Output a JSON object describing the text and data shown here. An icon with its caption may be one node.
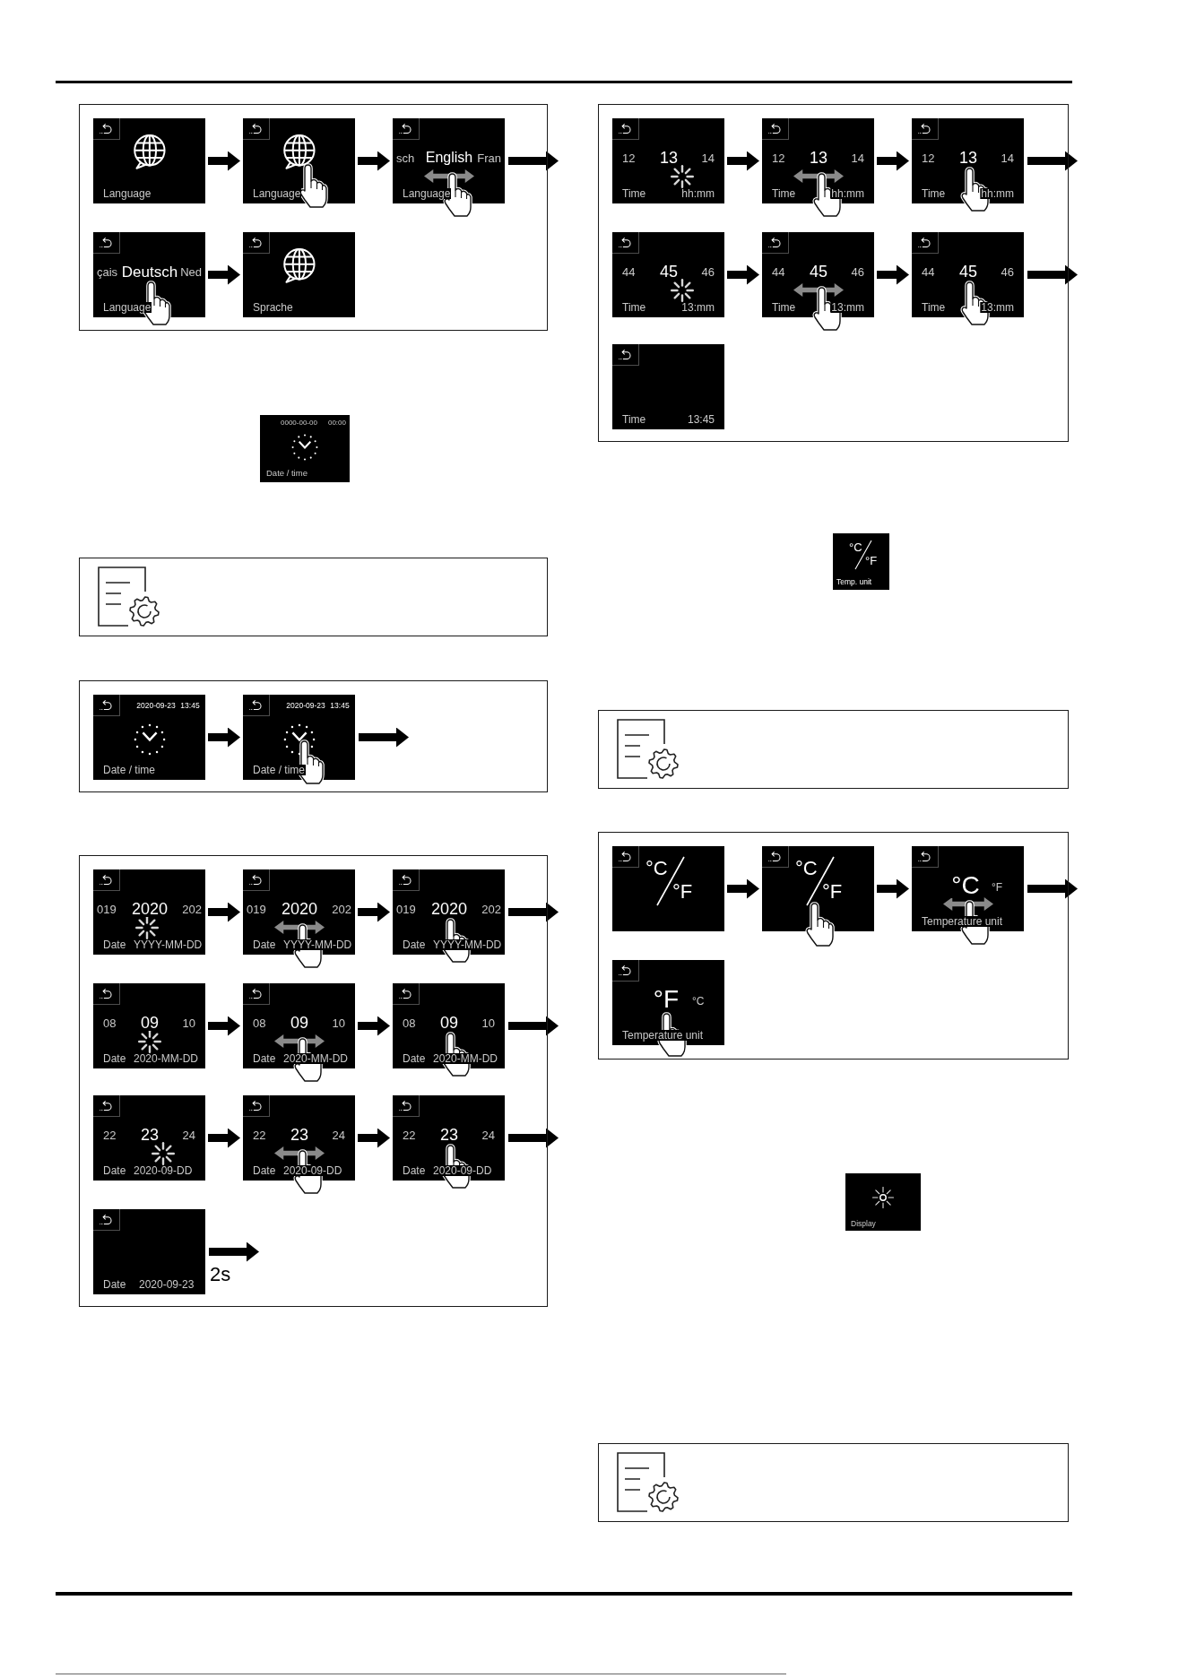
{
  "diagram": {
    "nodes": [
      {
        "text": [],
        "shape": "box"
      },
      {
        "text": [
          "Language"
        ],
        "in": 0
      },
      {
        "text": [
          "Language"
        ],
        "in": 0
      },
      {
        "text": [
          "sch",
          "English",
          "Fran",
          "Language"
        ],
        "in": 0
      },
      {
        "text": [
          "çais",
          "Deutsch",
          "Ned",
          "Language"
        ],
        "in": 0
      },
      {
        "text": [
          "Sprache"
        ],
        "in": 0
      },
      {
        "text": [
          "0000-00-00",
          "00:00",
          "Date / time"
        ]
      },
      {
        "text": [],
        "shape": "box"
      },
      {
        "text": [],
        "shape": "box"
      },
      {
        "text": [
          "2020-09-23",
          "13:45",
          "Date / time"
        ],
        "in": 8
      },
      {
        "text": [
          "2020-09-23",
          "13:45",
          "Date / time"
        ],
        "in": 8
      },
      {
        "text": [],
        "shape": "box"
      },
      {
        "text": [
          "019",
          "2020",
          "202",
          "Date",
          "YYYY-MM-DD"
        ],
        "in": 11
      },
      {
        "text": [
          "019",
          "2020",
          "202",
          "Date",
          "YYYY-MM-DD"
        ],
        "in": 11
      },
      {
        "text": [
          "019",
          "2020",
          "202",
          "Date",
          "YYYY-MM-DD"
        ],
        "in": 11
      },
      {
        "text": [
          "08",
          "09",
          "10",
          "Date",
          "2020-MM-DD"
        ],
        "in": 11
      },
      {
        "text": [
          "08",
          "09",
          "10",
          "Date",
          "2020-MM-DD"
        ],
        "in": 11
      },
      {
        "text": [
          "08",
          "09",
          "10",
          "Date",
          "2020-MM-DD"
        ],
        "in": 11
      },
      {
        "text": [
          "22",
          "23",
          "24",
          "Date",
          "2020-09-DD"
        ],
        "in": 11
      },
      {
        "text": [
          "22",
          "23",
          "24",
          "Date",
          "2020-09-DD"
        ],
        "in": 11
      },
      {
        "text": [
          "22",
          "23",
          "24",
          "Date",
          "2020-09-DD"
        ],
        "in": 11
      },
      {
        "text": [
          "Date",
          "2020-09-23"
        ],
        "in": 11
      },
      {
        "text": [],
        "shape": "box"
      },
      {
        "text": [
          "12",
          "13",
          "14",
          "Time",
          "hh:mm"
        ],
        "in": 22
      },
      {
        "text": [
          "12",
          "13",
          "14",
          "Time",
          "hh:mm"
        ],
        "in": 22
      },
      {
        "text": [
          "12",
          "13",
          "14",
          "Time",
          "hh:mm"
        ],
        "in": 22
      },
      {
        "text": [
          "44",
          "45",
          "46",
          "Time",
          "13:mm"
        ],
        "in": 22
      },
      {
        "text": [
          "44",
          "45",
          "46",
          "Time",
          "13:mm"
        ],
        "in": 22
      },
      {
        "text": [
          "44",
          "45",
          "46",
          "Time",
          "13:mm"
        ],
        "in": 22
      },
      {
        "text": [
          "Time",
          "13:45"
        ],
        "in": 22
      },
      {
        "text": [
          "°C",
          "°F",
          "Temp. unit"
        ]
      },
      {
        "text": [],
        "shape": "box"
      },
      {
        "text": [],
        "shape": "box"
      },
      {
        "text": [
          "°C",
          "°F"
        ],
        "in": 32
      },
      {
        "text": [
          "°C",
          "°F"
        ],
        "in": 32
      },
      {
        "text": [
          "°C",
          "°F",
          "Temperature unit"
        ],
        "in": 32
      },
      {
        "text": [
          "°F",
          "°C",
          "Temperature unit"
        ],
        "in": 32
      },
      {
        "text": [
          "Display"
        ]
      },
      {
        "text": [],
        "shape": "box"
      }
    ],
    "edges": [
      {
        "from": 1,
        "to": 2,
        "arrow": "to"
      },
      {
        "from": 2,
        "to": 3,
        "arrow": "to"
      },
      {
        "from": 3,
        "to": null,
        "arrow": "to"
      },
      {
        "from": 4,
        "to": 5,
        "arrow": "to"
      },
      {
        "from": 9,
        "to": 10,
        "arrow": "to"
      },
      {
        "from": 10,
        "to": null,
        "arrow": "to"
      },
      {
        "from": 12,
        "to": 13,
        "arrow": "to"
      },
      {
        "from": 13,
        "to": 14,
        "arrow": "to"
      },
      {
        "from": 14,
        "to": null,
        "arrow": "to"
      },
      {
        "from": 15,
        "to": 16,
        "arrow": "to"
      },
      {
        "from": 16,
        "to": 17,
        "arrow": "to"
      },
      {
        "from": 17,
        "to": null,
        "arrow": "to"
      },
      {
        "from": 18,
        "to": 19,
        "arrow": "to"
      },
      {
        "from": 19,
        "to": 20,
        "arrow": "to"
      },
      {
        "from": 20,
        "to": null,
        "arrow": "to"
      },
      {
        "from": 21,
        "to": null,
        "arrow": "to",
        "label": "2s"
      },
      {
        "from": 23,
        "to": 24,
        "arrow": "to"
      },
      {
        "from": 24,
        "to": 25,
        "arrow": "to"
      },
      {
        "from": 25,
        "to": null,
        "arrow": "to"
      },
      {
        "from": 26,
        "to": 27,
        "arrow": "to"
      },
      {
        "from": 27,
        "to": 28,
        "arrow": "to"
      },
      {
        "from": 28,
        "to": null,
        "arrow": "to"
      },
      {
        "from": 33,
        "to": 34,
        "arrow": "to"
      },
      {
        "from": 34,
        "to": 35,
        "arrow": "to"
      },
      {
        "from": 35,
        "to": null,
        "arrow": "to"
      }
    ]
  }
}
